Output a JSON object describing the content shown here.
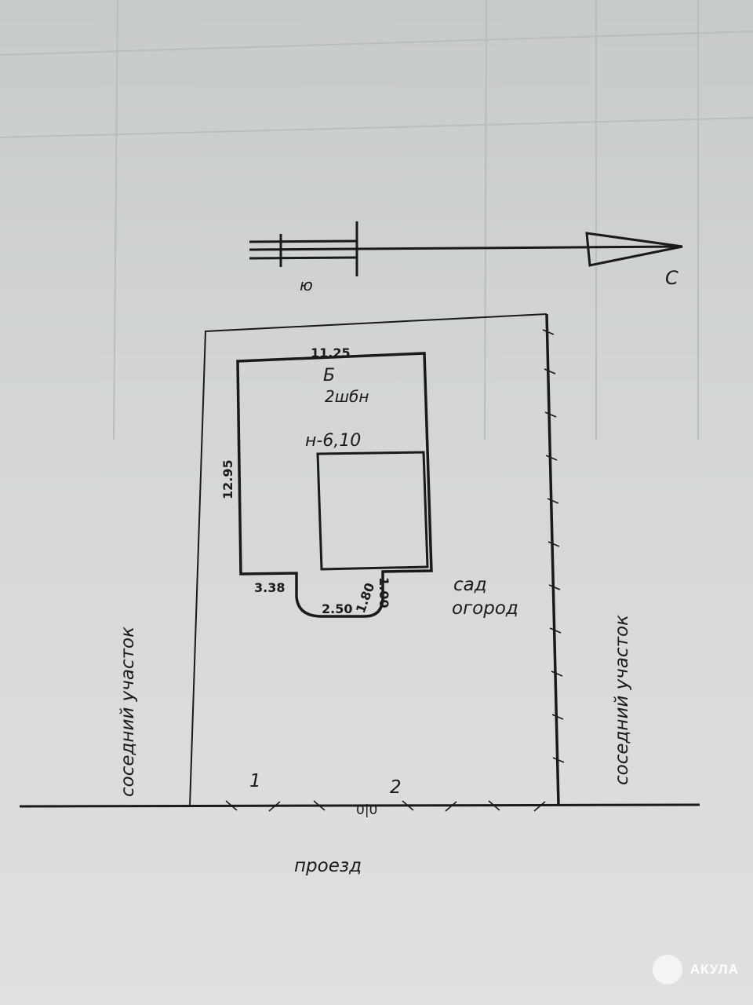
{
  "compass": {
    "south": "ю",
    "north": "С"
  },
  "building": {
    "letter": "Б",
    "material": "2шбн",
    "height_label": "н-6,10",
    "dims": {
      "top": "11.25",
      "left": "12.95",
      "bottom_left": "3.38",
      "porch_bottom": "2.50",
      "porch_side_a": "1.80",
      "porch_side_b": "1.00"
    }
  },
  "labels": {
    "garden": "сад",
    "vegetable_garden": "огород",
    "neighbor_left": "соседний участок",
    "neighbor_right": "соседний участок",
    "road": "проезд",
    "point_1": "1",
    "point_2": "2",
    "gate": "0|0"
  },
  "watermark": {
    "brand": "АКУЛА"
  }
}
